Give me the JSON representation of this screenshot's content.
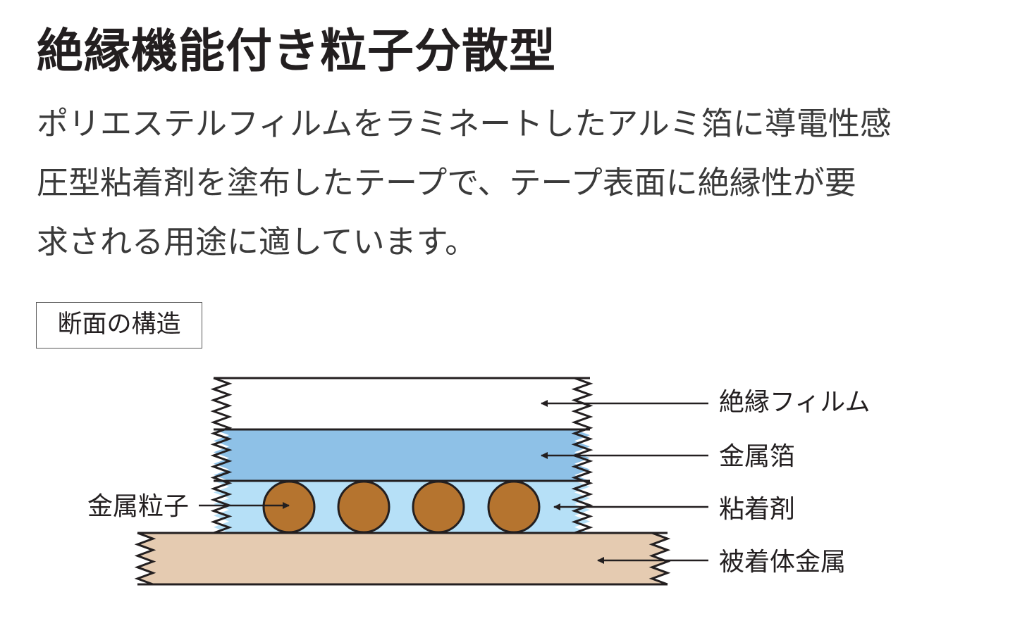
{
  "title": "絶縁機能付き粒子分散型",
  "description": {
    "line1": "ポリエステルフィルムをラミネートしたアルミ箔に導電性感",
    "line2": "圧型粘着剤を塗布したテープで、テープ表面に絶縁性が要",
    "line3": "求される用途に適しています。"
  },
  "section_label": "断面の構造",
  "diagram": {
    "labels": {
      "insulating_film": "絶縁フィルム",
      "metal_foil": "金属箔",
      "adhesive": "粘着剤",
      "substrate_metal": "被着体金属",
      "metal_particle": "金属粒子"
    },
    "colors": {
      "insulating_film": "#ffffff",
      "metal_foil": "#8ec1e7",
      "adhesive": "#b6e0f7",
      "substrate_metal": "#e5cbb1",
      "metal_particle": "#b5742f",
      "outline": "#231f20"
    }
  }
}
